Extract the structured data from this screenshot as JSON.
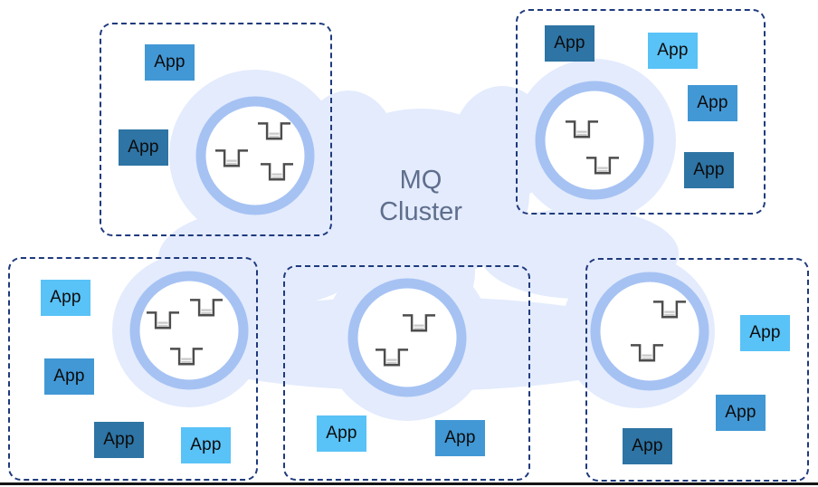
{
  "diagram": {
    "title": "MQ Cluster",
    "title_lines": [
      "MQ",
      "Cluster"
    ]
  },
  "colors": {
    "app_light": "#59c2f7",
    "app_medium": "#4298d5",
    "app_dark": "#2e74a4",
    "ring": "#a6c2f3",
    "blob": "#e3ebfd",
    "border": "#1f3a7d",
    "title_text": "#5f6e8c",
    "queue_stroke": "#4d4d4d",
    "queue_stripe": "#c9c9c9"
  },
  "zones": [
    {
      "name": "top-left",
      "queue_manager": {
        "queues": 3
      },
      "apps": [
        {
          "label": "App",
          "shade": "medium"
        },
        {
          "label": "App",
          "shade": "dark"
        }
      ]
    },
    {
      "name": "top-right",
      "queue_manager": {
        "queues": 2
      },
      "apps": [
        {
          "label": "App",
          "shade": "dark"
        },
        {
          "label": "App",
          "shade": "light"
        },
        {
          "label": "App",
          "shade": "medium"
        },
        {
          "label": "App",
          "shade": "dark"
        }
      ]
    },
    {
      "name": "bottom-left",
      "queue_manager": {
        "queues": 3
      },
      "apps": [
        {
          "label": "App",
          "shade": "light"
        },
        {
          "label": "App",
          "shade": "medium"
        },
        {
          "label": "App",
          "shade": "dark"
        },
        {
          "label": "App",
          "shade": "light"
        }
      ]
    },
    {
      "name": "bottom-middle",
      "queue_manager": {
        "queues": 2
      },
      "apps": [
        {
          "label": "App",
          "shade": "light"
        },
        {
          "label": "App",
          "shade": "medium"
        }
      ]
    },
    {
      "name": "bottom-right",
      "queue_manager": {
        "queues": 2
      },
      "apps": [
        {
          "label": "App",
          "shade": "light"
        },
        {
          "label": "App",
          "shade": "medium"
        },
        {
          "label": "App",
          "shade": "dark"
        }
      ]
    }
  ]
}
